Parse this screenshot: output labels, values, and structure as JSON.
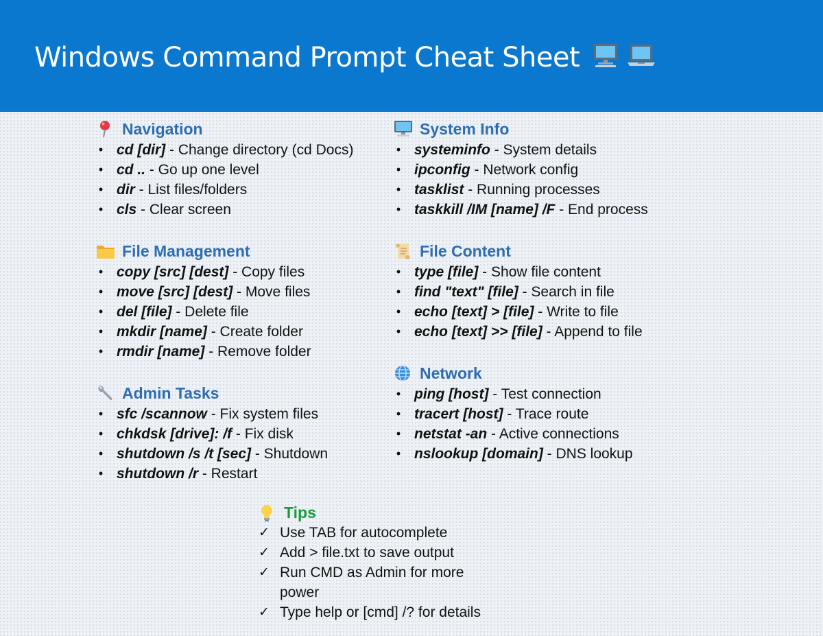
{
  "header": {
    "title": "Windows Command Prompt Cheat Sheet",
    "icons": [
      "desktop-computer-icon",
      "laptop-icon"
    ],
    "background_color": "#0b78d0"
  },
  "sections": {
    "navigation": {
      "title": "Navigation",
      "icon": "pushpin-icon",
      "items": [
        {
          "cmd": "cd [dir]",
          "desc": " - Change directory (cd Docs)"
        },
        {
          "cmd": "cd ..",
          "desc": " - Go up one level"
        },
        {
          "cmd": "dir",
          "desc": " - List files/folders"
        },
        {
          "cmd": "cls",
          "desc": " - Clear screen"
        }
      ]
    },
    "file_management": {
      "title": "File Management",
      "icon": "folder-icon",
      "items": [
        {
          "cmd": "copy [src] [dest]",
          "desc": " - Copy files"
        },
        {
          "cmd": "move [src] [dest]",
          "desc": " - Move files"
        },
        {
          "cmd": "del [file]",
          "desc": " - Delete file"
        },
        {
          "cmd": "mkdir [name]",
          "desc": " - Create folder"
        },
        {
          "cmd": "rmdir [name]",
          "desc": " - Remove folder"
        }
      ]
    },
    "admin_tasks": {
      "title": "Admin Tasks",
      "icon": "wrench-icon",
      "items": [
        {
          "cmd": "sfc /scannow",
          "desc": " - Fix system files"
        },
        {
          "cmd": "chkdsk [drive]: /f",
          "desc": " - Fix disk"
        },
        {
          "cmd": "shutdown /s /t [sec]",
          "desc": " - Shutdown"
        },
        {
          "cmd": "shutdown /r",
          "desc": " - Restart"
        }
      ]
    },
    "system_info": {
      "title": "System Info",
      "icon": "desktop-computer-icon",
      "items": [
        {
          "cmd": "systeminfo",
          "desc": " - System details"
        },
        {
          "cmd": "ipconfig",
          "desc": " - Network config"
        },
        {
          "cmd": "tasklist",
          "desc": " - Running processes"
        },
        {
          "cmd": "taskkill /IM [name] /F",
          "desc": " - End process"
        }
      ]
    },
    "file_content": {
      "title": "File Content",
      "icon": "scroll-icon",
      "items": [
        {
          "cmd": "type [file]",
          "desc": " - Show file content"
        },
        {
          "cmd": "find \"text\" [file]",
          "desc": " - Search in file"
        },
        {
          "cmd": "echo [text] > [file]",
          "desc": " - Write to file"
        },
        {
          "cmd": "echo [text] >> [file]",
          "desc": " - Append to file"
        }
      ]
    },
    "network": {
      "title": "Network",
      "icon": "globe-icon",
      "items": [
        {
          "cmd": "ping [host]",
          "desc": " - Test connection"
        },
        {
          "cmd": "tracert [host]",
          "desc": " - Trace route"
        },
        {
          "cmd": "netstat -an",
          "desc": " - Active connections"
        },
        {
          "cmd": "nslookup [domain]",
          "desc": " - DNS lookup"
        }
      ]
    }
  },
  "tips": {
    "title": "Tips",
    "icon": "light-bulb-icon",
    "check_glyph": "✓",
    "items": [
      "Use TAB for autocomplete",
      "Add > file.txt to save output",
      "Run CMD as Admin for more power",
      "Type help or [cmd] /? for details"
    ]
  },
  "colors": {
    "section_title": "#2e6db0",
    "tips_title": "#1a9a3c",
    "bullet": "•"
  }
}
